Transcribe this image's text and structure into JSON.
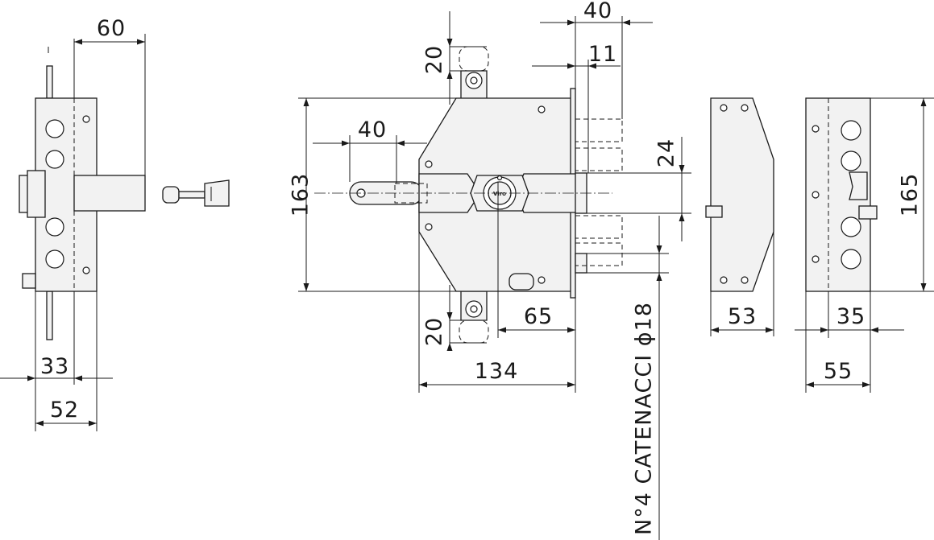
{
  "dimensions": {
    "side_depth_total": "60",
    "side_backset": "33",
    "side_width": "52",
    "handle_offset": "40",
    "lock_height": "163",
    "lock_width": "134",
    "bolt_throw": "40",
    "front_offset": "11",
    "bolt_spacing": "24",
    "lug_top": "20",
    "lug_bottom": "20",
    "backset": "65",
    "bolts_note": "N°4 CATENACCI ϕ18",
    "keeper_width": "53",
    "strike_inner": "35",
    "strike_width": "55",
    "strike_height": "165"
  },
  "brand": "Viro"
}
